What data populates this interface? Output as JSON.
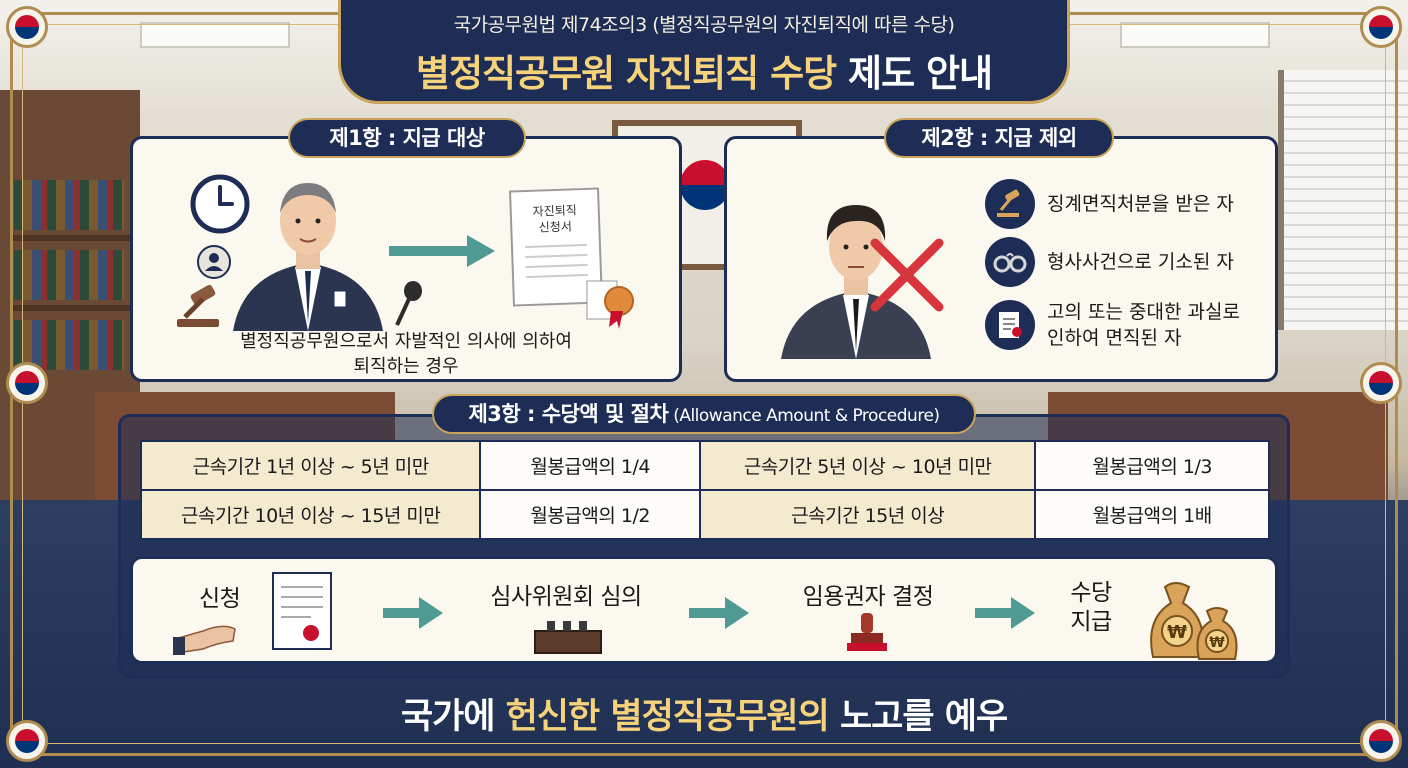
{
  "header": {
    "subtitle": "국가공무원법 제74조의3 (별정직공무원의 자진퇴직에 따른 수당)",
    "title_gold": "별정직공무원 자진퇴직 수당",
    "title_white": " 제도 안내"
  },
  "section1": {
    "label": "제1항 : 지급 대상",
    "form_text": "자진퇴직\n신청서",
    "caption_line1": "별정직공무원으로서 자발적인 의사에 의하여",
    "caption_line2": "퇴직하는 경우"
  },
  "section2": {
    "label": "제2항 : 지급 제외",
    "items": [
      {
        "icon": "gavel-icon",
        "text": "징계면직처분을 받은 자"
      },
      {
        "icon": "handcuffs-icon",
        "text": "형사사건으로 기소된 자"
      },
      {
        "icon": "document-icon",
        "text_line1": "고의 또는 중대한 과실로",
        "text_line2": "인하여 면직된 자"
      }
    ]
  },
  "section3": {
    "label_bold": "제3항 : 수당액 및 절차",
    "label_light": " (Allowance Amount & Procedure)",
    "rows": [
      [
        "근속기간 1년 이상 ~ 5년 미만",
        "월봉급액의 1/4",
        "근속기간 5년 이상 ~ 10년 미만",
        "월봉급액의 1/3"
      ],
      [
        "근속기간 10년 이상 ~ 15년 미만",
        "월봉급액의 1/2",
        "근속기간 15년 이상",
        "월봉급액의 1배"
      ]
    ]
  },
  "procedure": {
    "steps": [
      "신청",
      "심사위원회 심의",
      "임용권자 결정",
      "수당\n지급"
    ],
    "currency_symbol": "₩"
  },
  "footer": {
    "pre": "국가에 ",
    "gold": "헌신한 별정직공무원의",
    "post": " 노고를 예우"
  },
  "colors": {
    "navy": "#1e2d55",
    "gold": "#c9a45a",
    "gold_text": "#f6d27a",
    "cream": "#fbf8ef",
    "teal_arrow": "#4f9a94",
    "red_x": "#d8343b"
  }
}
